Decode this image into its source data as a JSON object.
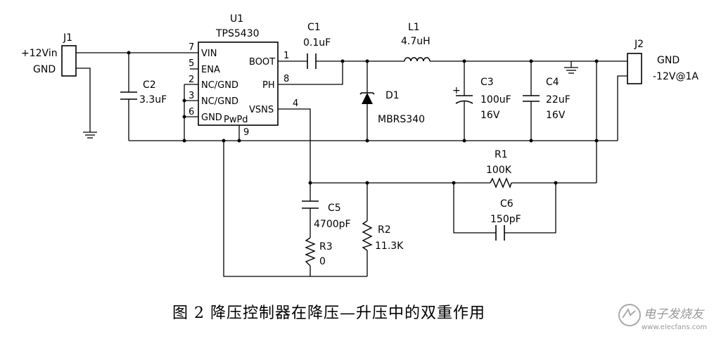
{
  "figure": {
    "caption": "图 2 降压控制器在降压—升压中的双重作用",
    "watermark_cn": "电子发烧友",
    "watermark_url": "www.elecfans.com"
  },
  "components": {
    "j1": {
      "ref": "J1",
      "pin_top": "+12Vin",
      "pin_bottom": "GND"
    },
    "j2": {
      "ref": "J2",
      "pin_top": "GND",
      "pin_bottom": "-12V@1A"
    },
    "u1": {
      "ref": "U1",
      "part": "TPS5430",
      "pins": [
        {
          "num": "7",
          "name": "VIN"
        },
        {
          "num": "5",
          "name": "ENA"
        },
        {
          "num": "2",
          "name": "NC/GND"
        },
        {
          "num": "3",
          "name": "NC/GND"
        },
        {
          "num": "6",
          "name": "GND"
        },
        {
          "num": "1",
          "name": "BOOT"
        },
        {
          "num": "8",
          "name": "PH"
        },
        {
          "num": "4",
          "name": "VSNS"
        },
        {
          "num": "9",
          "name": "PwPd"
        }
      ]
    },
    "c1": {
      "ref": "C1",
      "value": "0.1uF"
    },
    "c2": {
      "ref": "C2",
      "value": "3.3uF"
    },
    "c3": {
      "ref": "C3",
      "value": "100uF",
      "rating": "16V"
    },
    "c4": {
      "ref": "C4",
      "value": "22uF",
      "rating": "16V"
    },
    "c5": {
      "ref": "C5",
      "value": "4700pF"
    },
    "c6": {
      "ref": "C6",
      "value": "150pF"
    },
    "l1": {
      "ref": "L1",
      "value": "4.7uH"
    },
    "d1": {
      "ref": "D1",
      "part": "MBRS340"
    },
    "r1": {
      "ref": "R1",
      "value": "100K"
    },
    "r2": {
      "ref": "R2",
      "value": "11.3K"
    },
    "r3": {
      "ref": "R3",
      "value": "0"
    }
  }
}
